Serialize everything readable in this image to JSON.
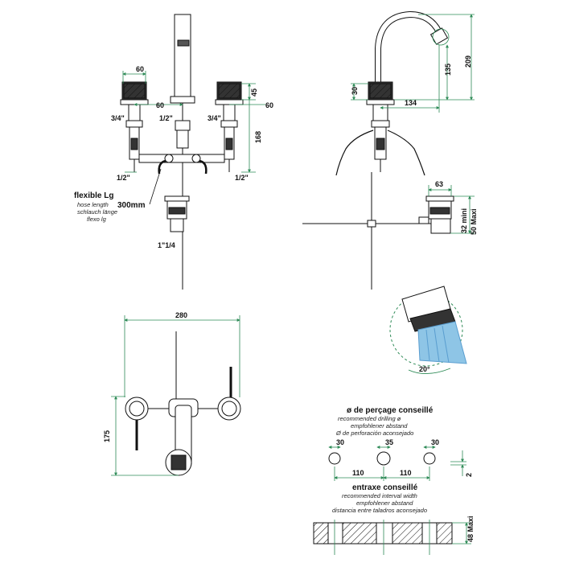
{
  "dims": {
    "d60_top": "60",
    "d60_mid": "60",
    "d60_right": "60",
    "d34_left": "3/4\"",
    "d12_center": "1/2\"",
    "d34_right": "3/4\"",
    "d45": "45",
    "d168": "168",
    "d12_left_low": "1/2\"",
    "d12_right_low": "1/2\"",
    "d300": "300mm",
    "d1_1_4": "1\"1/4",
    "d30_side": "30",
    "d134": "134",
    "d135": "135",
    "d209": "209",
    "d63": "63",
    "d32": "32 mini",
    "d50": "50 Maxi",
    "d20deg": "20°",
    "d280": "280",
    "d175": "175",
    "d30_a": "30",
    "d35": "35",
    "d30_b": "30",
    "d110_a": "110",
    "d110_b": "110",
    "d2": "2",
    "d48": "48 Maxi"
  },
  "hose": {
    "title": "flexible Lg",
    "en": "hose length",
    "de": "schlauch länge",
    "es": "flexo lg"
  },
  "drilling": {
    "title": "ø de perçage conseillé",
    "en": "recommended drilling ø",
    "de": "empfohlener abstand",
    "es": "Ø de perforación aconsejado"
  },
  "interval": {
    "title": "entraxe conseillé",
    "en": "recommended interval width",
    "de": "empfohlener abstand",
    "es": "distancia entre taladros aconsejado"
  },
  "colors": {
    "dimension": "#2e8b57",
    "spray": "#8ec5e6",
    "line": "#111111"
  }
}
